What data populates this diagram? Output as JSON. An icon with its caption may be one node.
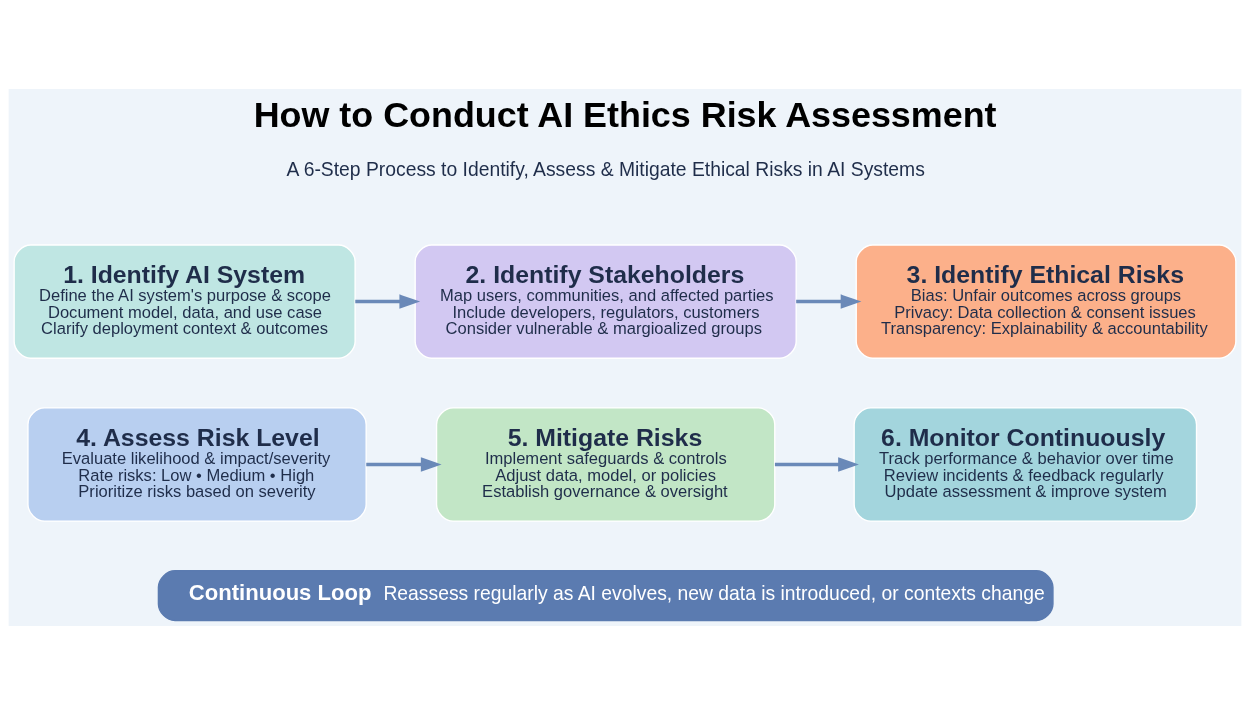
{
  "diagram": {
    "title": "How to Conduct AI Ethics Risk Assessment",
    "nodes": [
      {
        "text": [
          "1. Identify AI System",
          "Define the AI system's purpose & scope",
          "Document model, data, and use case",
          "Clarify deployment context & outcomes"
        ]
      },
      {
        "text": [
          "2. Identify Stakeholders",
          "Map users, communities, and affected parties",
          "Include developers, regulators, customers",
          "Consider vulnerable & margioalized groups"
        ]
      },
      {
        "text": [
          "3. Identify Ethical Risks",
          "Bias: Unfair outcomes across groups",
          "Privacy: Data collection & consent issues",
          "Transparency: Explainability & accountability"
        ]
      },
      {
        "text": [
          "4. Assess Risk Level",
          "Evaluate likelihood & impact/severity",
          "Rate risks: Low • Medium • High",
          "Prioritize risks based on severity"
        ]
      },
      {
        "text": [
          "5. Mitigate Risks",
          "Implement safeguards & controls",
          "Adjust data, model, or policies",
          "Establish governance & oversight"
        ]
      },
      {
        "text": [
          "6. Monitor Continuously",
          "Track performance & behavior over time",
          "Review incidents & feedback regularly",
          "Update assessment & improve system"
        ]
      },
      {
        "text": [
          "Continuous Loop",
          "Reassess regularly as AI evolves, new data is introduced, or contexts change"
        ]
      }
    ],
    "edges": [
      {
        "from": 0,
        "to": 1,
        "arrow": "to"
      },
      {
        "from": 1,
        "to": 2,
        "arrow": "to"
      },
      {
        "from": 3,
        "to": 4,
        "arrow": "to"
      },
      {
        "from": 4,
        "to": 5,
        "arrow": "to"
      }
    ],
    "labels": [
      "A 6-Step Process to Identify, Assess & Mitigate Ethical Risks in AI Systems"
    ]
  }
}
